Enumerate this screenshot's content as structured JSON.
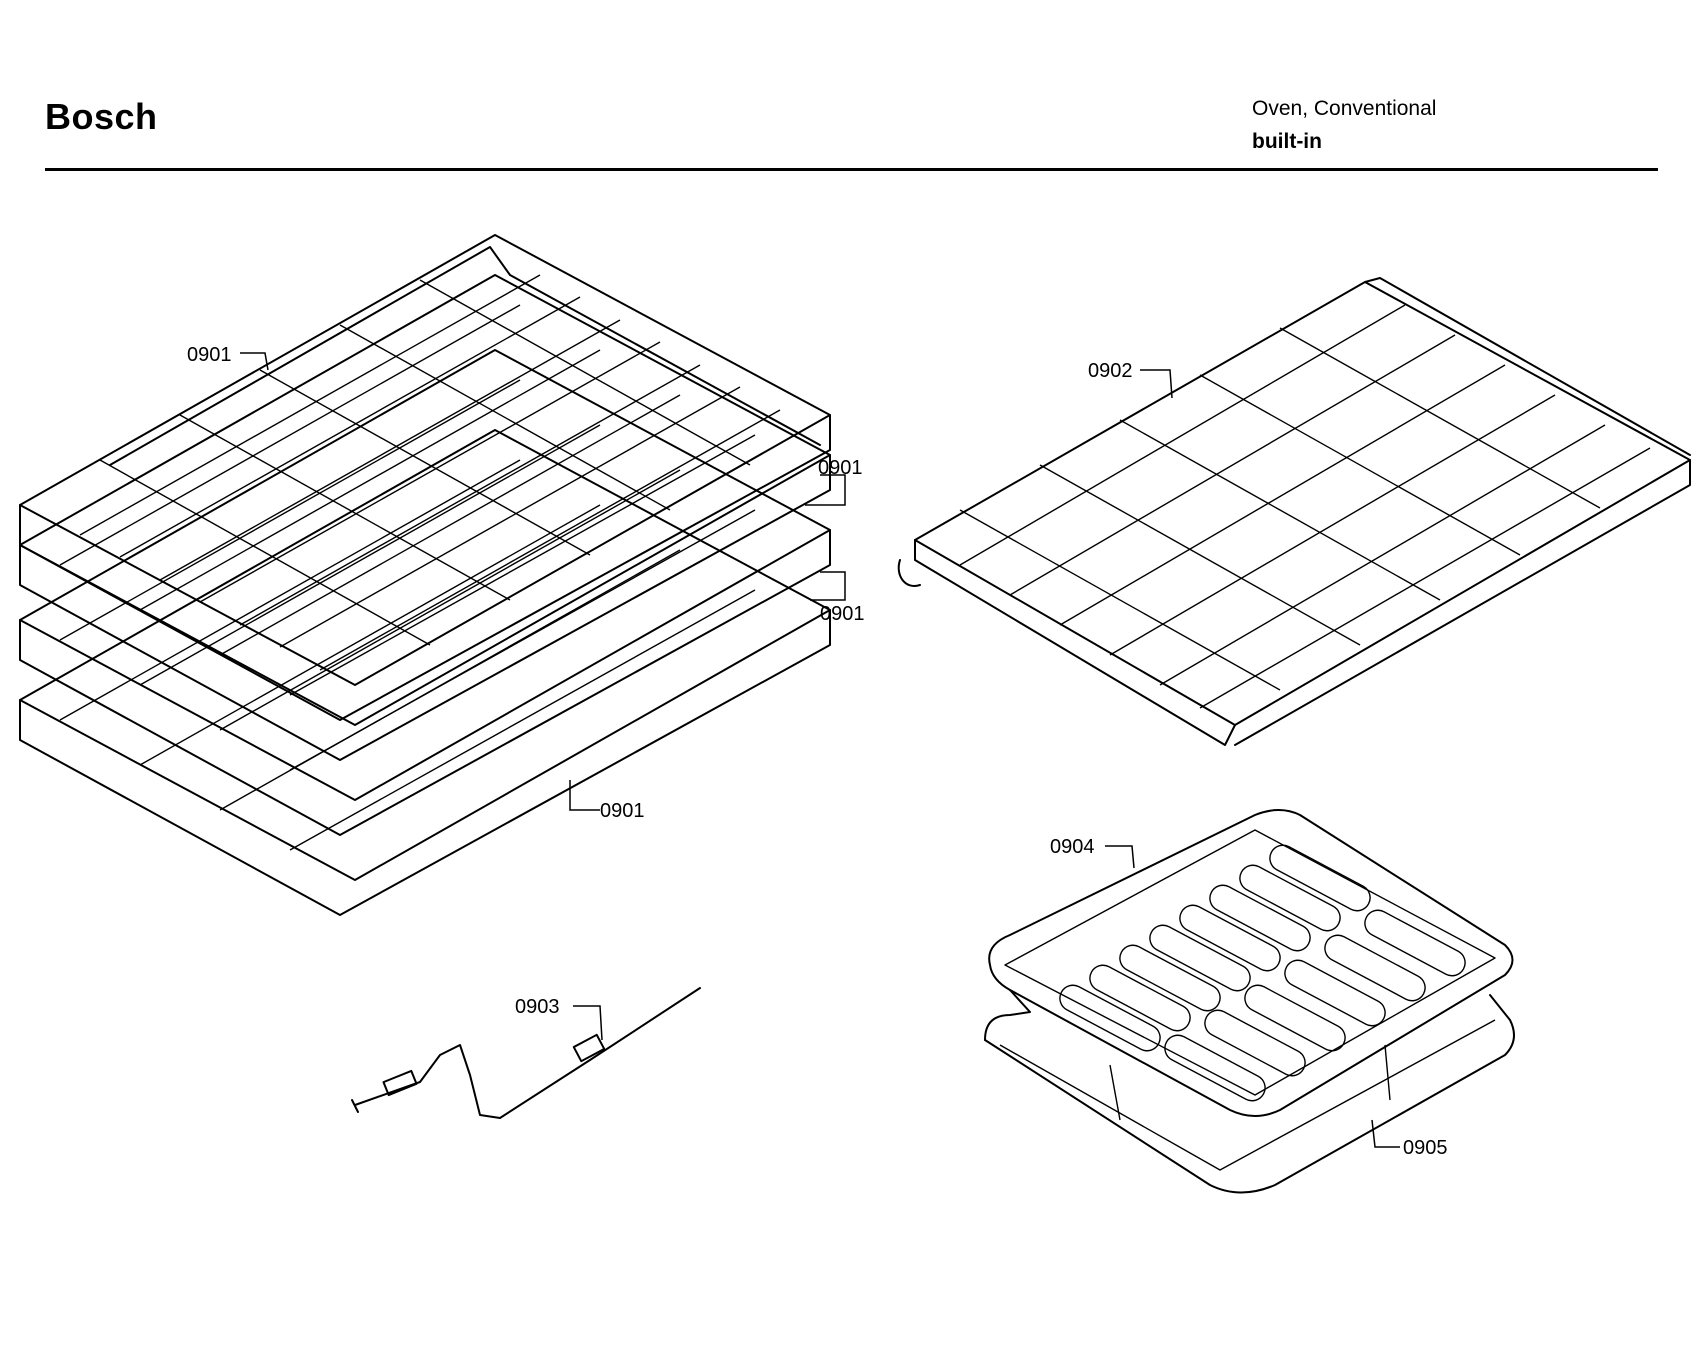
{
  "header": {
    "brand": "Bosch",
    "product_line1": "Oven, Conventional",
    "product_line2": "built-in"
  },
  "callouts": {
    "rack_top": "0901",
    "rack_second": "0901",
    "rack_third": "0901",
    "rack_bottom": "0901",
    "telescopic_rack": "0902",
    "meat_probe": "0903",
    "broil_pan_insert": "0904",
    "broil_pan": "0905"
  }
}
